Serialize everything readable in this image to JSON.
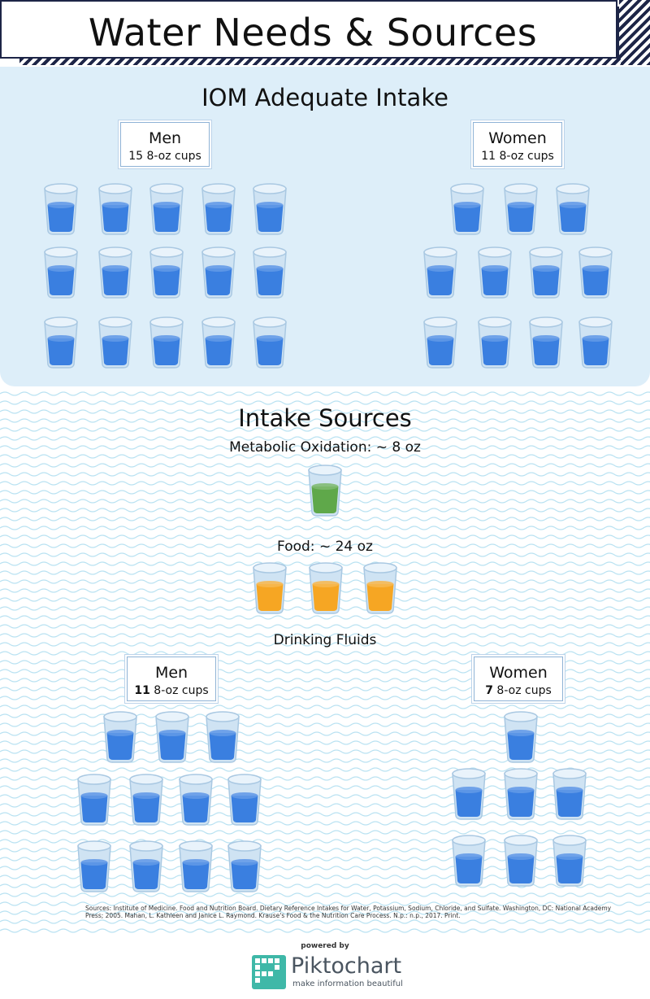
{
  "title": "Water Needs & Sources",
  "iom": {
    "heading": "IOM Adequate Intake",
    "men": {
      "label": "Men",
      "cups_text": "15 8-oz cups",
      "cups": 15
    },
    "women": {
      "label": "Women",
      "cups_text": "11 8-oz cups",
      "cups": 11
    }
  },
  "sources": {
    "heading": "Intake Sources",
    "metabolic": {
      "label": "Metabolic Oxidation: ~ 8 oz",
      "cups": 1,
      "color": "#5fa84a"
    },
    "food": {
      "label": "Food: ~ 24 oz",
      "cups": 3,
      "color": "#f6a623"
    },
    "drinking": {
      "label": "Drinking Fluids",
      "men": {
        "label": "Men",
        "cups_number": "11",
        "cups_unit": " 8-oz cups",
        "cups": 11
      },
      "women": {
        "label": "Women",
        "cups_number": "7",
        "cups_unit": " 8-oz cups",
        "cups": 7
      }
    }
  },
  "colors": {
    "water": "#3a7fe0",
    "panel": "#ddeef9",
    "title_dark": "#1d2547",
    "wave": "#b9e2f2"
  },
  "citation": "Sources: Institute of Medicine. Food and Nutrition Board. Dietary Reference Intakes for Water, Potassium, Sodium, Chloride, and Sulfate. Washington, DC: National Academy Press; 2005. Mahan, L. Kathleen and Janice L. Raymond. Krause's Food & the Nutrition Care Process. N.p.: n.p., 2017. Print.",
  "footer": {
    "powered_by": "powered by",
    "brand": "Piktochart",
    "tagline": "make information beautiful"
  }
}
